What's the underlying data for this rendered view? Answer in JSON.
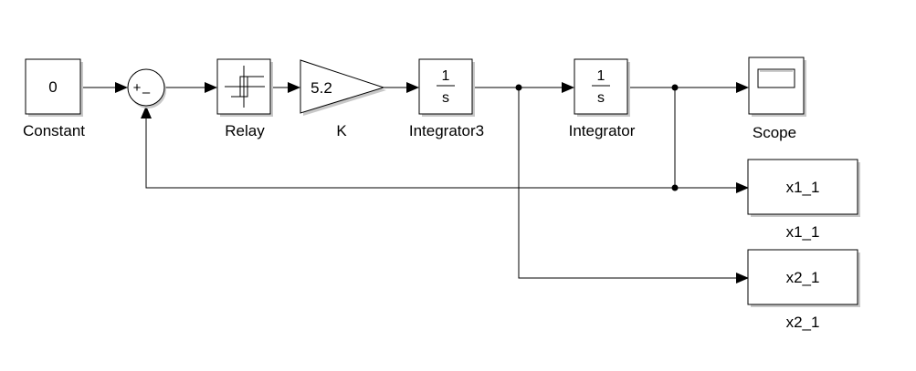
{
  "diagram": {
    "blocks": {
      "constant": {
        "value": "0",
        "label": "Constant"
      },
      "sum": {
        "plus": "+",
        "minus": "–"
      },
      "relay": {
        "label": "Relay"
      },
      "gain": {
        "value": "5.2",
        "label": "K"
      },
      "integrator3": {
        "numerator": "1",
        "denominator": "s",
        "label": "Integrator3"
      },
      "integrator": {
        "numerator": "1",
        "denominator": "s",
        "label": "Integrator"
      },
      "scope": {
        "label": "Scope"
      },
      "x1_out": {
        "text": "x1_1",
        "label": "x1_1"
      },
      "x2_out": {
        "text": "x2_1",
        "label": "x2_1"
      }
    }
  }
}
